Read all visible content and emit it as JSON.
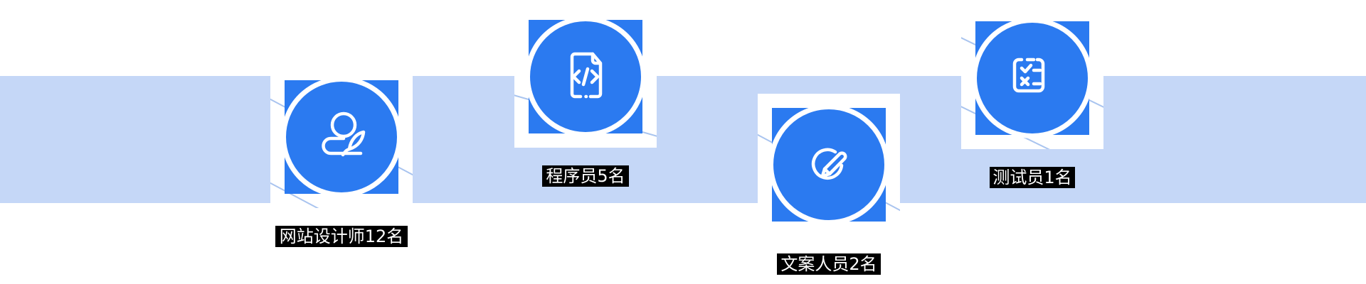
{
  "banner": {
    "background_color": "#ffffff",
    "band_color": "#c5d7f7",
    "accent_blue": "#2b7af0",
    "connector_line_color": "#a9c4ef",
    "label_bg_color": "#000000",
    "label_text_color": "#ffffff",
    "nodes": [
      {
        "label": "网站设计师12名",
        "icon": "designer-person-pen-icon"
      },
      {
        "label": "程序员5名",
        "icon": "code-document-icon"
      },
      {
        "label": "文案人员2名",
        "icon": "pencil-circle-icon"
      },
      {
        "label": "测试员1名",
        "icon": "checklist-icon"
      }
    ]
  }
}
